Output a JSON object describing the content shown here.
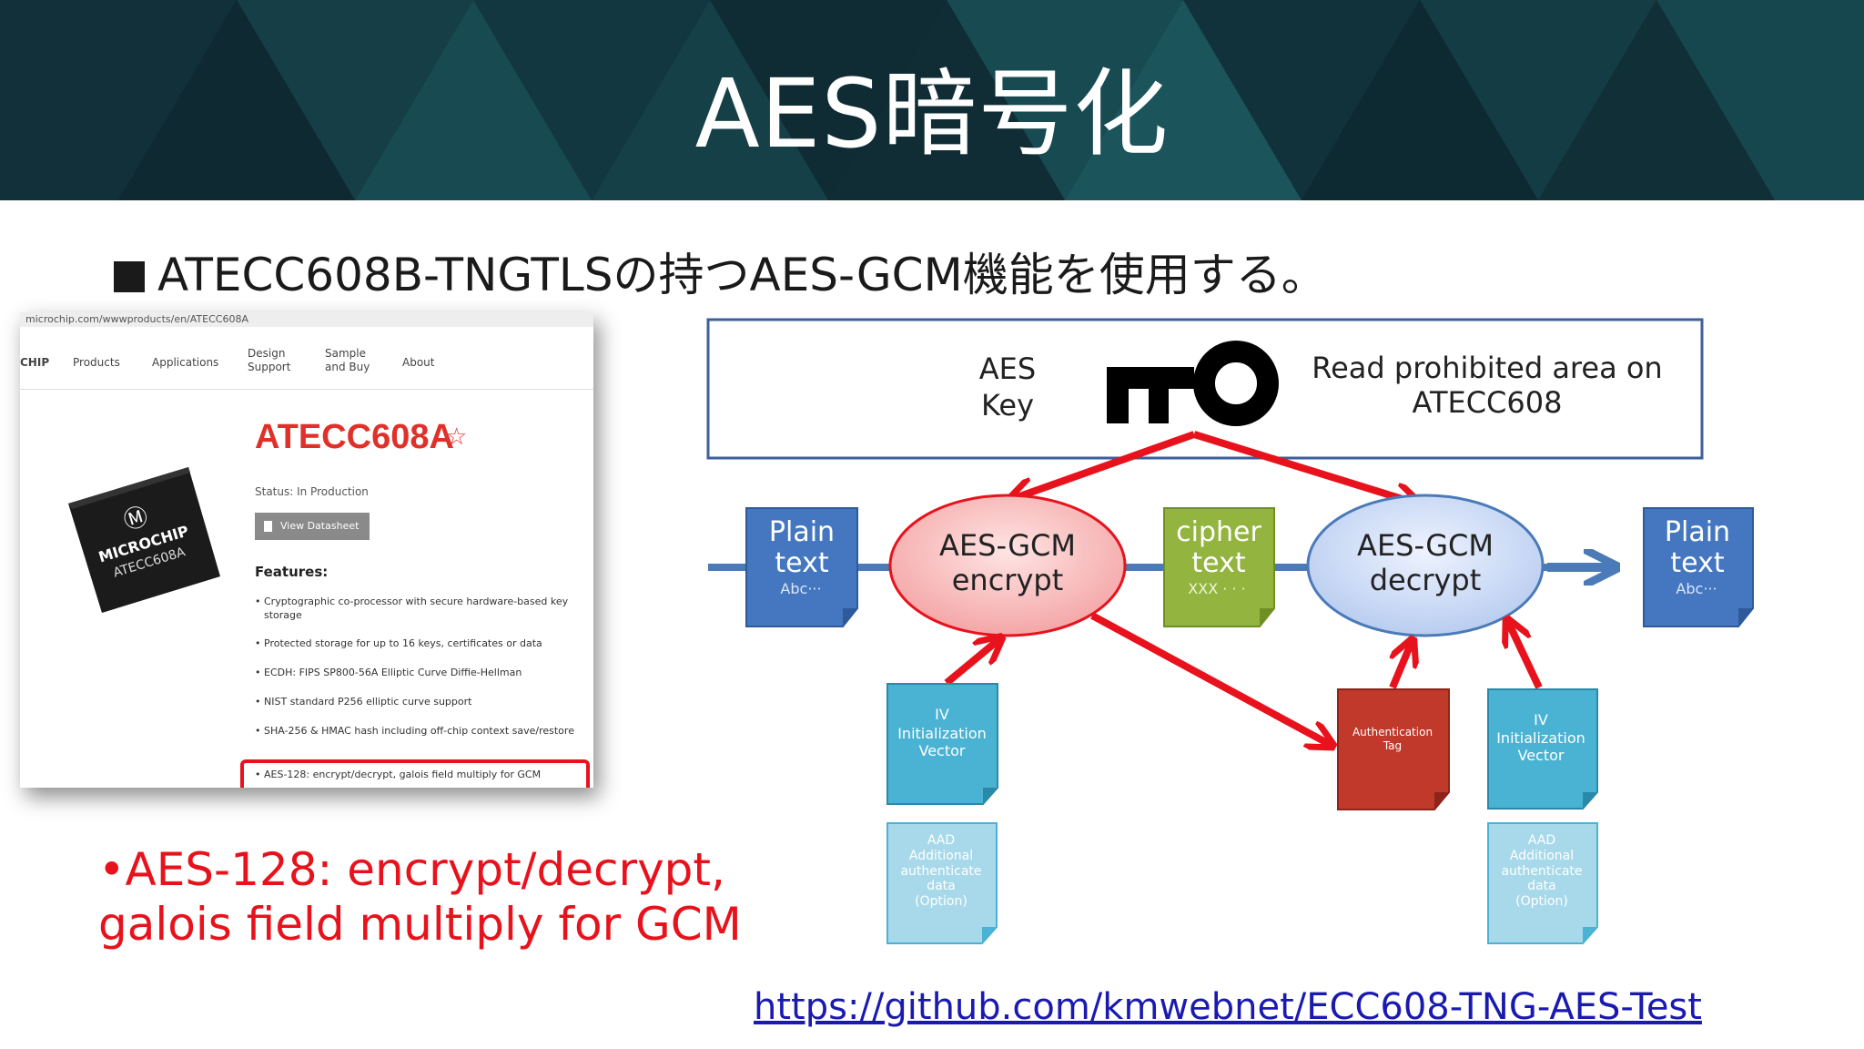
{
  "slide": {
    "title": "AES暗号化",
    "bullet": "ATECC608B-TNGTLSの持つAES-GCM機能を使用する。",
    "caption_line1": "•AES-128: encrypt/decrypt,",
    "caption_line2": "galois field multiply for GCM",
    "link": "https://github.com/kmwebnet/ECC608-TNG-AES-Test"
  },
  "webpage": {
    "url": "microchip.com/wwwproducts/en/ATECC608A",
    "nav": [
      "CHIP",
      "Products",
      "Applications",
      "Design Support",
      "Sample and Buy",
      "About"
    ],
    "product_title": "ATECC608A",
    "status": "Status: In Production",
    "datasheet_button": "View Datasheet",
    "chip_brand": "MICROCHIP",
    "chip_part": "ATECC608A",
    "features_heading": "Features:",
    "features": [
      "Cryptographic co-processor with secure hardware-based key storage",
      "Protected storage for up to 16 keys, certificates or data",
      "ECDH: FIPS SP800-56A Elliptic Curve Diffie-Hellman",
      "NIST standard P256 elliptic curve support",
      "SHA-256 & HMAC hash including off-chip context save/restore",
      "AES-128: encrypt/decrypt, galois field multiply for GCM"
    ]
  },
  "diagram": {
    "key_box": {
      "label_line1": "AES",
      "label_line2": "Key",
      "note_line1": "Read prohibited area on",
      "note_line2": "ATECC608"
    },
    "plain_in": {
      "line1": "Plain",
      "line2": "text",
      "sub": "Abc···"
    },
    "encrypt": {
      "line1": "AES-GCM",
      "line2": "encrypt"
    },
    "cipher": {
      "line1": "cipher",
      "line2": "text",
      "sub": "XXX · · ·"
    },
    "decrypt": {
      "line1": "AES-GCM",
      "line2": "decrypt"
    },
    "plain_out": {
      "line1": "Plain",
      "line2": "text",
      "sub": "Abc···"
    },
    "iv_left": {
      "line1": "IV",
      "line2": "Initialization",
      "line3": "Vector"
    },
    "aad_left": {
      "line1": "AAD",
      "line2": "Additional",
      "line3": "authenticate",
      "line4": "data",
      "line5": "(Option)"
    },
    "auth_tag": {
      "line1": "Authentication",
      "line2": "Tag"
    },
    "iv_right": {
      "line1": "IV",
      "line2": "Initialization",
      "line3": "Vector"
    },
    "aad_right": {
      "line1": "AAD",
      "line2": "Additional",
      "line3": "authenticate",
      "line4": "data",
      "line5": "(Option)"
    }
  },
  "colors": {
    "banner_dark": "#0f2a33",
    "banner_teal": "#1e6f73",
    "red": "#e8121c",
    "blue_box": "#4477c0",
    "green_box": "#93b43e",
    "light_blue_box": "#4ab3d3",
    "auth_tag": "#c0392b",
    "link": "#1a1ab0"
  }
}
